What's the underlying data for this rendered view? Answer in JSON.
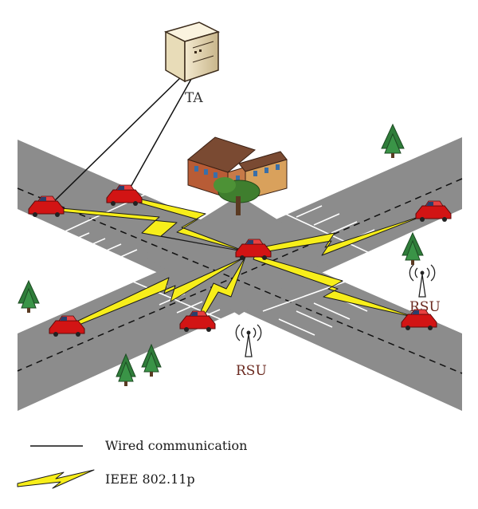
{
  "labels": {
    "ta": "TA",
    "rsu_right": "RSU",
    "rsu_bottom": "RSU"
  },
  "legend": {
    "wired": "Wired communication",
    "wireless": "IEEE 802.11p"
  },
  "colors": {
    "road": "#8c8c8c",
    "lane_marking": "#ffffff",
    "center_line": "#111111",
    "car_body": "#d21414",
    "bolt_fill": "#f7ee1a",
    "bolt_stroke": "#1a1a1a",
    "wired_line": "#111111",
    "label_text": "#6b2a20",
    "tree": "#2f7d3a"
  },
  "icons": {
    "server": "server-cabinet-icon",
    "building": "school-building-icon",
    "car": "red-car-icon",
    "antenna": "rsu-antenna-icon",
    "tree": "pine-tree-icon",
    "link": "lightning-bolt-icon"
  }
}
